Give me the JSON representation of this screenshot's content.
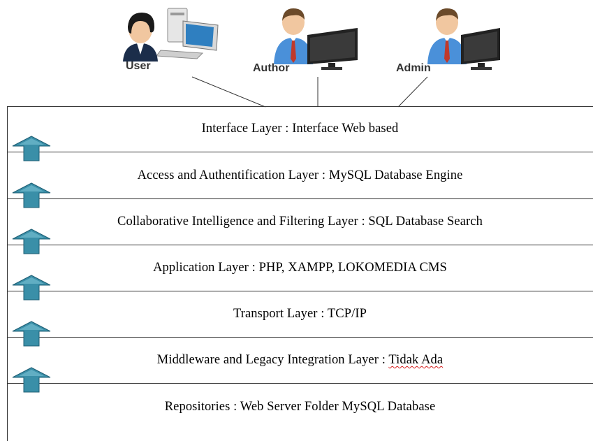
{
  "actors": [
    {
      "id": "user",
      "label": "User",
      "icon": "user-computer-icon"
    },
    {
      "id": "author",
      "label": "Author",
      "icon": "person-monitor-icon"
    },
    {
      "id": "admin",
      "label": "Admin",
      "icon": "person-monitor-icon"
    }
  ],
  "layers": [
    {
      "name": "Interface Layer",
      "desc": "Interface Web based"
    },
    {
      "name": "Access and Authentification Layer",
      "desc": "MySQL Database Engine"
    },
    {
      "name": "Collaborative Intelligence and Filtering Layer",
      "desc": "SQL Database Search"
    },
    {
      "name": "Application Layer",
      "desc": "PHP, XAMPP, LOKOMEDIA CMS"
    },
    {
      "name": "Transport Layer",
      "desc": "TCP/IP"
    },
    {
      "name": "Middleware and Legacy Integration Layer",
      "desc": "Tidak Ada"
    },
    {
      "name": "Repositories",
      "desc": "Web Server Folder MySQL Database"
    }
  ],
  "separator": " : ",
  "colors": {
    "arrow_fill": "#3a8fa8",
    "arrow_stroke": "#1f5f75",
    "line": "#333333",
    "shirt": "#4a90d9",
    "tie": "#c0392b",
    "monitor": "#222222"
  },
  "arrow_icon": "up-arrow-icon"
}
